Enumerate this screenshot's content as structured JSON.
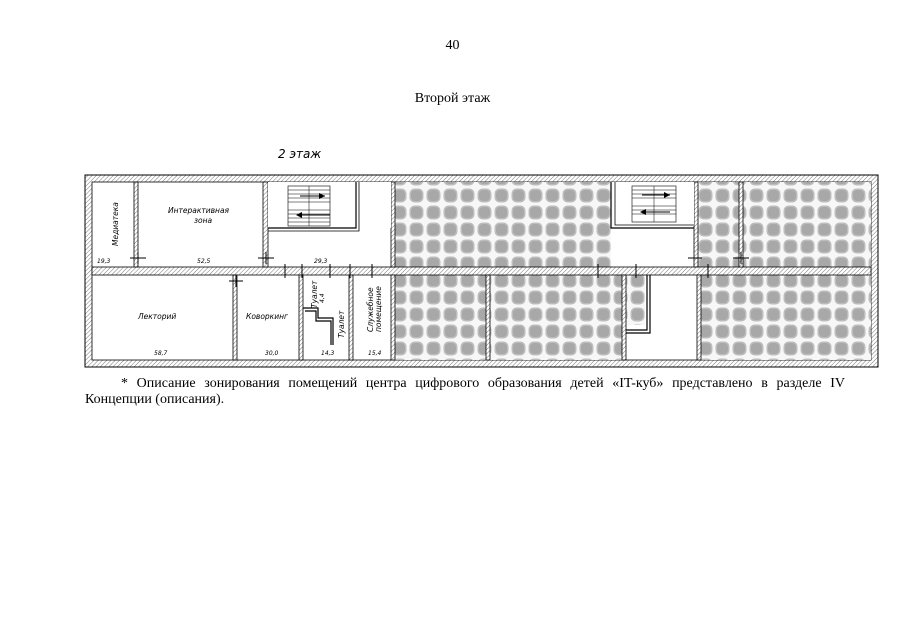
{
  "page": {
    "number": "40",
    "heading": "Второй этаж",
    "footnote": "* Описание зонирования помещений центра цифрового образования детей «IT-куб» представлено в разделе IV Концепции (описания)."
  },
  "plan": {
    "caption": "2 этаж",
    "rooms": {
      "media_library": {
        "name": "Медиатека",
        "area": "19,3"
      },
      "interactive_zone": {
        "name_line1": "Интерактивная",
        "name_line2": "зона",
        "area": "52,5"
      },
      "stair_hall": {
        "area": "29,3"
      },
      "lecture_hall": {
        "name": "Лекторий",
        "area": "58,7"
      },
      "coworking": {
        "name": "Коворкинг",
        "area": "30,0"
      },
      "toilet_1": {
        "name": "Туалет",
        "area": "4,4"
      },
      "toilet_2": {
        "name": "Туалет",
        "area": "14,3"
      },
      "service_room": {
        "name_line1": "Служебное",
        "name_line2": "помещение",
        "area": "15,4"
      }
    },
    "colors": {
      "line": "#000000",
      "hatch": "#9a9a9a",
      "hatch_bg": "#f7f7f7"
    }
  }
}
